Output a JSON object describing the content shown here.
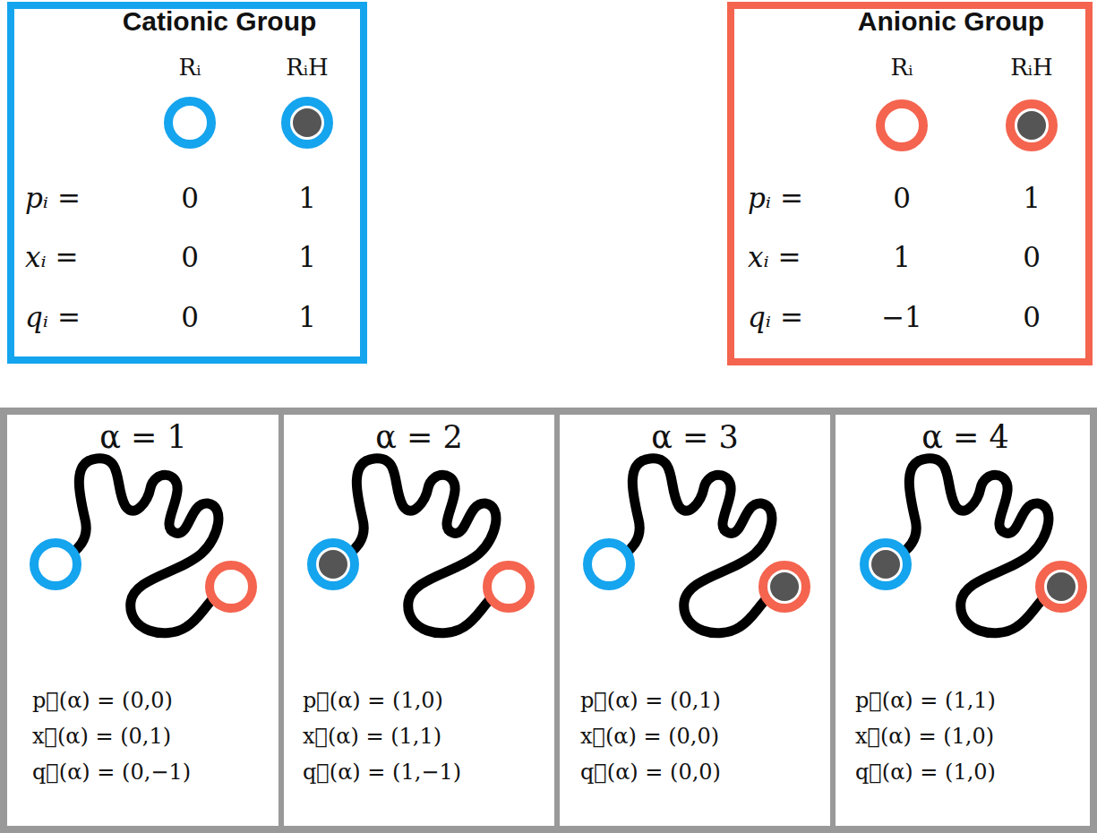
{
  "diagram": {
    "nodes": [
      {
        "text": [
          "Cationic Group",
          "Rᵢ",
          "RᵢH",
          "pᵢ =",
          "0",
          "1",
          "xᵢ =",
          "0",
          "1",
          "qᵢ =",
          "0",
          "1"
        ]
      },
      {
        "text": [
          "Anionic Group",
          "Rᵢ",
          "RᵢH",
          "pᵢ =",
          "0",
          "1",
          "xᵢ =",
          "1",
          "0",
          "qᵢ =",
          "−1",
          "0"
        ]
      },
      {
        "text": [
          "α = 1",
          "p⃗(α) = (0,0)",
          "x⃗(α) = (0,1)",
          "q⃗(α) = (0,−1)"
        ]
      },
      {
        "text": [
          "α = 2",
          "p⃗(α) = (1,0)",
          "x⃗(α) = (1,1)",
          "q⃗(α) = (1,−1)"
        ]
      },
      {
        "text": [
          "α = 3",
          "p⃗(α) = (0,1)",
          "x⃗(α) = (0,0)",
          "q⃗(α) = (0,0)"
        ]
      },
      {
        "text": [
          "α = 4",
          "p⃗(α) = (1,1)",
          "x⃗(α) = (1,0)",
          "q⃗(α) = (1,0)"
        ]
      }
    ]
  }
}
